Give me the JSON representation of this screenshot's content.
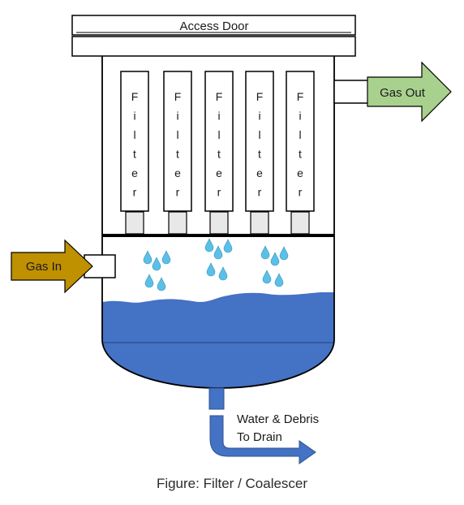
{
  "labels": {
    "access_door": "Access Door",
    "gas_out": "Gas Out",
    "gas_in": "Gas In",
    "drain_line1": "Water & Debris",
    "drain_line2": "To Drain",
    "filter_letters": [
      "F",
      "i",
      "l",
      "t",
      "e",
      "r"
    ],
    "caption": "Figure: Filter / Coalescer"
  },
  "colors": {
    "outline": "#000000",
    "water": "#4472c4",
    "water_dark": "#2f528f",
    "droplet": "#5bc0e8",
    "gas_out_arrow": "#a9d18e",
    "gas_in_arrow": "#bf9000",
    "filter_fill": "#ffffff",
    "filter_base": "#e8e8e8"
  },
  "icons": {
    "gas_out": "arrow-right-icon",
    "gas_in": "arrow-right-icon",
    "drain": "bent-arrow-right-icon",
    "droplet": "water-drop-icon"
  }
}
